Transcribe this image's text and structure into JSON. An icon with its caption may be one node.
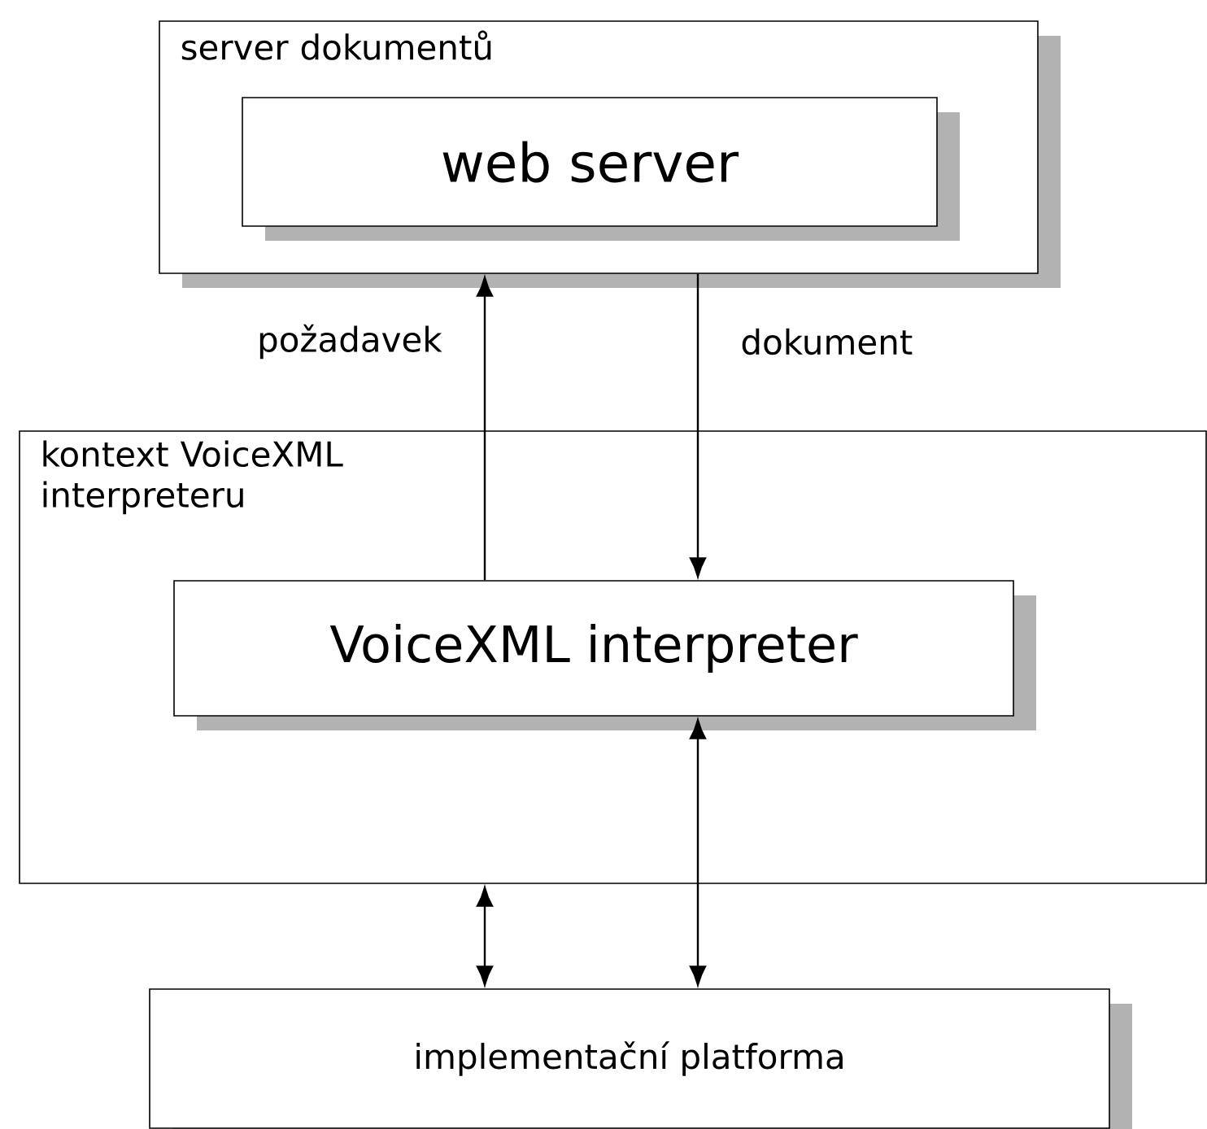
{
  "diagram": {
    "nodes": [
      {
        "text": [
          "server dokumentů"
        ]
      },
      {
        "text": [
          "web server"
        ],
        "in": 0
      },
      {
        "text": [
          "kontext VoiceXML interpreteru"
        ]
      },
      {
        "text": [
          "VoiceXML interpreter"
        ],
        "in": 2
      },
      {
        "text": [
          "implementační platforma"
        ]
      }
    ],
    "edges": [
      {
        "from": 3,
        "to": 0,
        "arrow": "to",
        "label": "požadavek"
      },
      {
        "from": 0,
        "to": 3,
        "arrow": "to",
        "label": "dokument"
      },
      {
        "from": 2,
        "to": 4,
        "arrow": "both"
      },
      {
        "from": 3,
        "to": 4,
        "arrow": "both"
      }
    ]
  }
}
